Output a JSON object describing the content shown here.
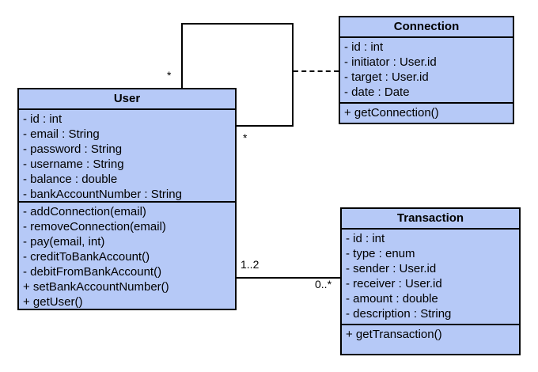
{
  "diagram": {
    "type": "uml-class-diagram",
    "classes": {
      "user": {
        "title": "User",
        "attributes": [
          "- id : int",
          "- email : String",
          "- password : String",
          "- username : String",
          "- balance : double",
          "- bankAccountNumber : String"
        ],
        "methods": [
          "- addConnection(email)",
          "- removeConnection(email)",
          "- pay(email, int)",
          "- creditToBankAccount()",
          "- debitFromBankAccount()",
          "+ setBankAccountNumber()",
          "+ getUser()"
        ]
      },
      "connection": {
        "title": "Connection",
        "attributes": [
          "- id : int",
          "- initiator : User.id",
          "- target : User.id",
          "- date : Date"
        ],
        "methods": [
          "+ getConnection()"
        ]
      },
      "transaction": {
        "title": "Transaction",
        "attributes": [
          "- id : int",
          "- type : enum",
          "- sender : User.id",
          "- receiver : User.id",
          "- amount : double",
          "- description : String"
        ],
        "methods": [
          "+ getTransaction()"
        ]
      }
    },
    "relationships": {
      "self_association": {
        "from": "User",
        "to": "User",
        "style": "solid",
        "multiplicity_source": "*",
        "multiplicity_target": "*"
      },
      "association_class_link": {
        "from": "User-User association",
        "to": "Connection",
        "style": "dashed"
      },
      "user_transaction": {
        "from": "User",
        "to": "Transaction",
        "style": "solid",
        "multiplicity_user_side": "1..2",
        "multiplicity_transaction_side": "0..*"
      }
    },
    "labels": {
      "self_assoc_top": "*",
      "self_assoc_bottom": "*",
      "user_side": "1..2",
      "transaction_side": "0..*"
    }
  },
  "colors": {
    "class_fill": "#b6c9f7",
    "border": "#000000",
    "background": "#ffffff"
  }
}
